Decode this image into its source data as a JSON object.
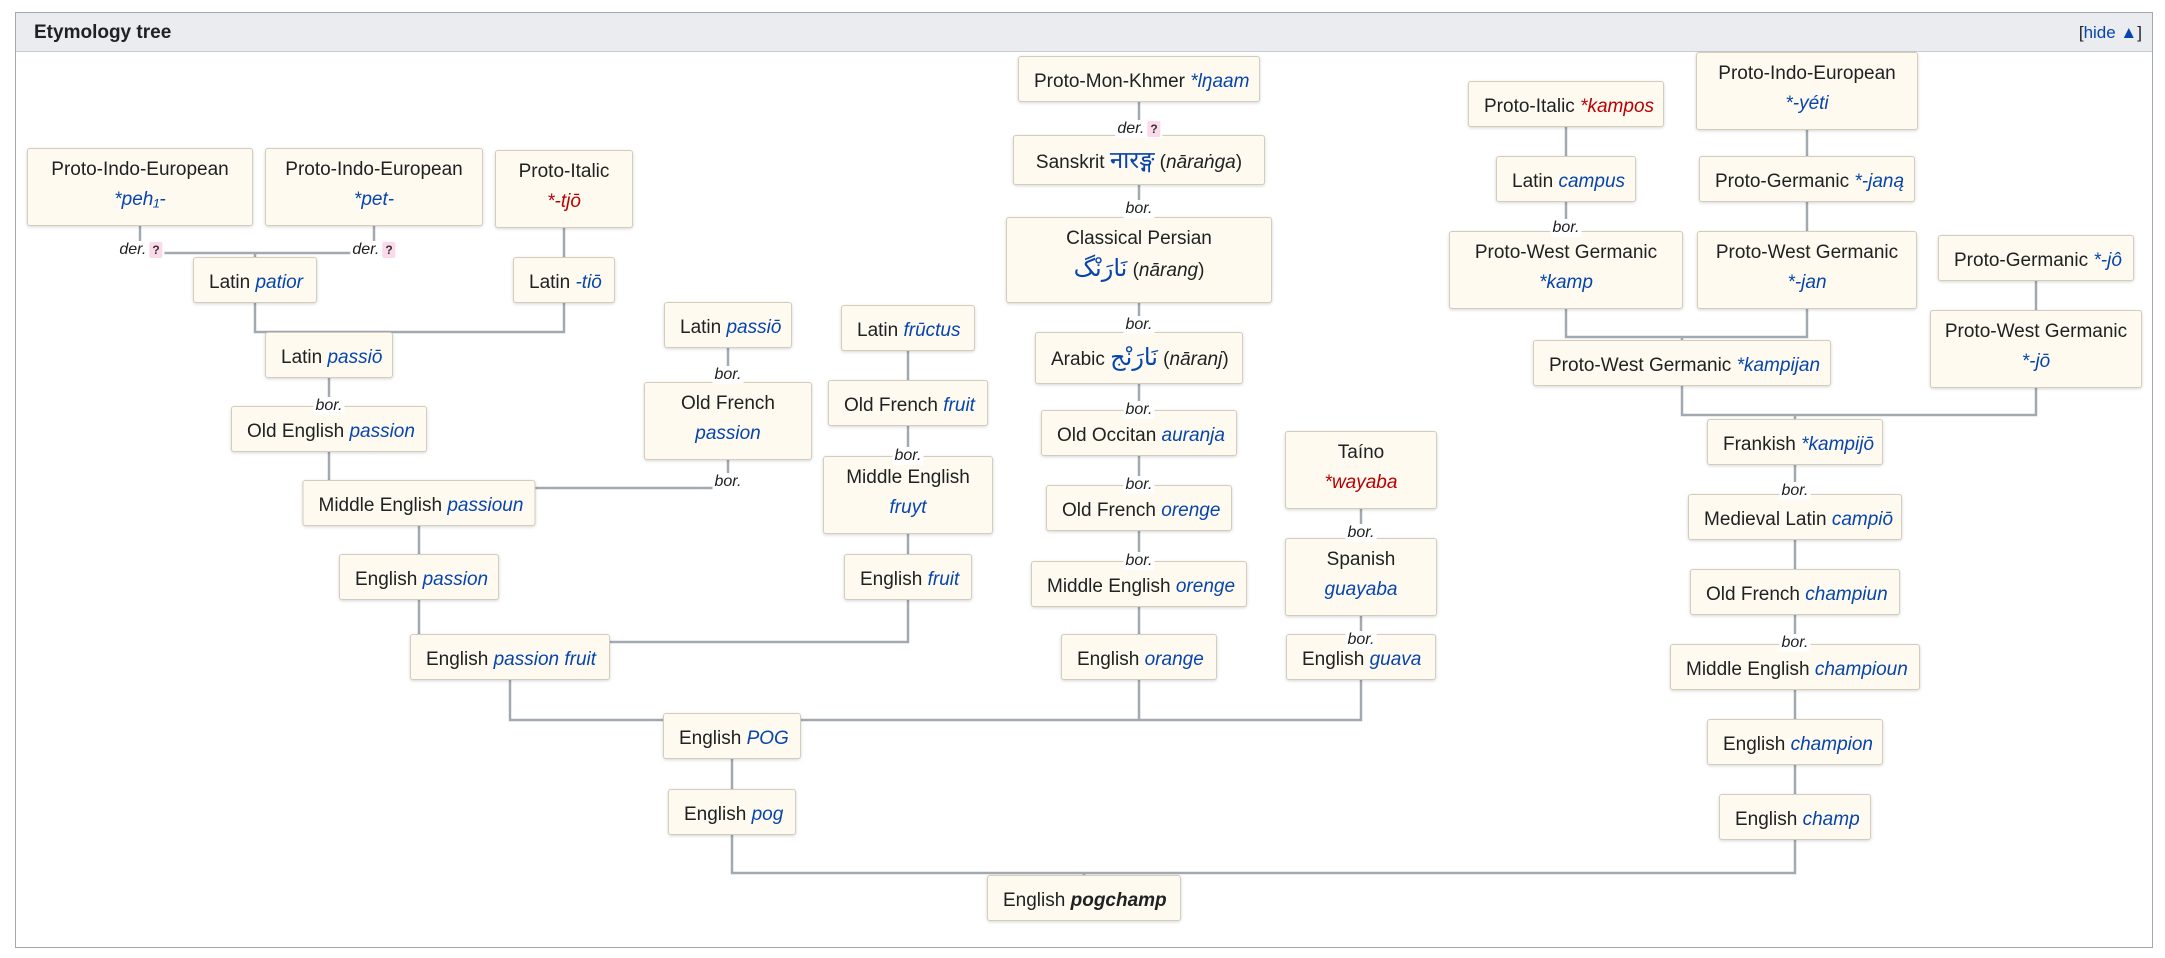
{
  "header": {
    "title": "Etymology tree",
    "hide_bracket_open": "[",
    "hide_label": "hide ▲",
    "hide_bracket_close": "]"
  },
  "nodes": {
    "pie_pehi": {
      "lang": "Proto-Indo-European",
      "term": "*peh₁-"
    },
    "pie_pet": {
      "lang": "Proto-Indo-European",
      "term": "*pet-"
    },
    "pit_tjo": {
      "lang": "Proto-Italic",
      "term": "*-tjō"
    },
    "lat_patior": {
      "lang": "Latin",
      "term": "patior"
    },
    "lat_tio": {
      "lang": "Latin",
      "term": "-tiō"
    },
    "lat_passio1": {
      "lang": "Latin",
      "term": "passiō"
    },
    "lat_passio2": {
      "lang": "Latin",
      "term": "passiō"
    },
    "oe_passion": {
      "lang": "Old English",
      "term": "passion"
    },
    "ofr_passion": {
      "lang": "Old French",
      "term": "passion"
    },
    "me_passioun": {
      "lang": "Middle English",
      "term": "passioun"
    },
    "en_passion": {
      "lang": "English",
      "term": "passion"
    },
    "lat_fructus": {
      "lang": "Latin",
      "term": "frūctus"
    },
    "ofr_fruit": {
      "lang": "Old French",
      "term": "fruit"
    },
    "me_fruyt": {
      "lang": "Middle English",
      "term": "fruyt"
    },
    "en_fruit": {
      "lang": "English",
      "term": "fruit"
    },
    "en_passionfruit": {
      "lang": "English",
      "term": "passion fruit"
    },
    "pmk_lnaam": {
      "lang": "Proto-Mon-Khmer",
      "term": "*lŋaam"
    },
    "san_naranga": {
      "lang": "Sanskrit",
      "term": "नारङ्ग",
      "open": " (",
      "gloss": "nāraṅga",
      "close": ")"
    },
    "cpe_narang": {
      "lang": "Classical Persian",
      "term": "نَارَنْگ",
      "open": " (",
      "gloss": "nārang",
      "close": ")"
    },
    "ar_naranj": {
      "lang": "Arabic",
      "term": "نَارَنْج",
      "open": " (",
      "gloss": "nāranj",
      "close": ")"
    },
    "oc_auranja": {
      "lang": "Old Occitan",
      "term": "auranja"
    },
    "ofr_orenge": {
      "lang": "Old French",
      "term": "orenge"
    },
    "me_orenge": {
      "lang": "Middle English",
      "term": "orenge"
    },
    "en_orange": {
      "lang": "English",
      "term": "orange"
    },
    "taino_wayaba": {
      "lang": "Taíno",
      "term": "*wayaba"
    },
    "es_guayaba": {
      "lang": "Spanish",
      "term": "guayaba"
    },
    "en_guava": {
      "lang": "English",
      "term": "guava"
    },
    "en_POG": {
      "lang": "English",
      "term": "POG"
    },
    "en_pog": {
      "lang": "English",
      "term": "pog"
    },
    "pit_kampos": {
      "lang": "Proto-Italic",
      "term": "*kampos"
    },
    "lat_campus": {
      "lang": "Latin",
      "term": "campus"
    },
    "pwg_kamp": {
      "lang": "Proto-West Germanic",
      "term": "*kamp"
    },
    "pie_yeti": {
      "lang": "Proto-Indo-European",
      "term": "*-yéti"
    },
    "pgm_jana": {
      "lang": "Proto-Germanic",
      "term": "*-janą"
    },
    "pwg_jan": {
      "lang": "Proto-West Germanic",
      "term": "*-jan"
    },
    "pgm_jo": {
      "lang": "Proto-Germanic",
      "term": "*-jô"
    },
    "pwg_jo": {
      "lang": "Proto-West Germanic",
      "term": "*-jō"
    },
    "pwg_kampijan": {
      "lang": "Proto-West Germanic",
      "term": "*kampijan"
    },
    "frk_kampijo": {
      "lang": "Frankish",
      "term": "*kampijō"
    },
    "ml_campio": {
      "lang": "Medieval Latin",
      "term": "campiō"
    },
    "ofr_champiun": {
      "lang": "Old French",
      "term": "champiun"
    },
    "me_champioun": {
      "lang": "Middle English",
      "term": "champioun"
    },
    "en_champion": {
      "lang": "English",
      "term": "champion"
    },
    "en_champ": {
      "lang": "English",
      "term": "champ"
    },
    "en_pogchamp": {
      "lang": "English",
      "term": "pogchamp"
    }
  },
  "relations": {
    "der": "der.",
    "bor": "bor.",
    "uncertain": "?"
  },
  "colors": {
    "link": "#0645ad",
    "redlink": "#ba0000",
    "node_bg": "#fffaf0",
    "line": "#a2a9b1",
    "header_bg": "#eaecf0",
    "uncertain_bg": "#fbd9ea"
  }
}
